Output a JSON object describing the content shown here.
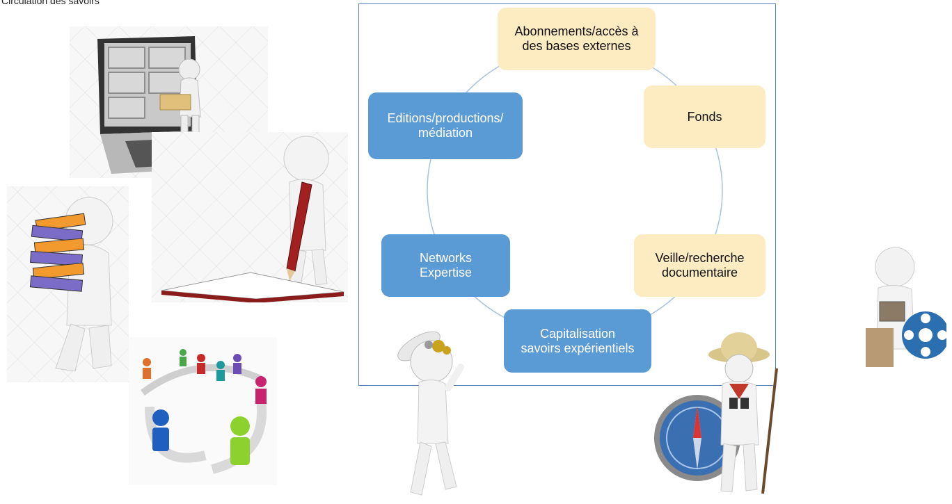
{
  "slide": {
    "title": "Circulation des savoirs"
  },
  "colors": {
    "cream": "#fdecc2",
    "blue": "#5b9bd5",
    "frame": "#5b7fb3",
    "ring": "#a9c2df"
  },
  "cycle": {
    "nodes": [
      {
        "id": "abonnements",
        "label": "Abonnements/accès à\ndes bases externes",
        "style": "cream"
      },
      {
        "id": "fonds",
        "label": "Fonds",
        "style": "cream"
      },
      {
        "id": "veille",
        "label": "Veille/recherche\ndocumentaire",
        "style": "cream"
      },
      {
        "id": "capitalisation",
        "label": "Capitalisation\nsavoirs expérientiels",
        "style": "blue"
      },
      {
        "id": "networks",
        "label": "Networks\nExpertise",
        "style": "blue"
      },
      {
        "id": "editions",
        "label": "Editions/productions/\nmédiation",
        "style": "blue"
      }
    ]
  },
  "illustrations": [
    {
      "name": "laptop-filing-figure-icon"
    },
    {
      "name": "binders-carrier-figure-icon"
    },
    {
      "name": "pencil-book-figure-icon"
    },
    {
      "name": "network-people-arrows-icon"
    },
    {
      "name": "thinking-gears-figure-icon"
    },
    {
      "name": "explorer-compass-figure-icon"
    },
    {
      "name": "film-reels-figure-icon"
    }
  ]
}
